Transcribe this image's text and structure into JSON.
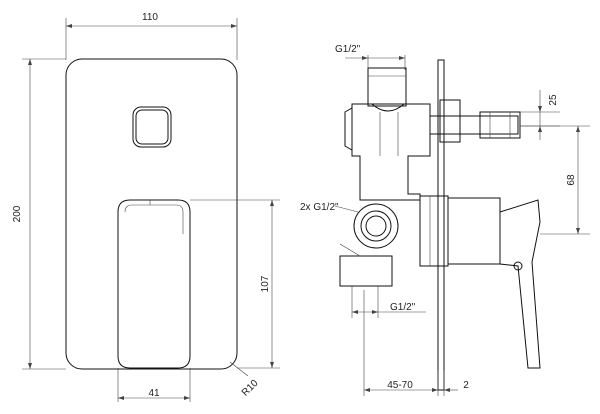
{
  "drawing": {
    "front_view": {
      "width_label": "110",
      "height_label": "200",
      "lever_height_label": "107",
      "lever_width_label": "41",
      "radius_label": "R10"
    },
    "side_view": {
      "top_thread_label": "G1/2\"",
      "side_thread_label": "2x G1/2\"",
      "bottom_thread_label": "G1/2\"",
      "top_offset_label": "25",
      "outlet_offset_label": "68",
      "depth_label": "45-70",
      "plate_label": "2"
    }
  }
}
